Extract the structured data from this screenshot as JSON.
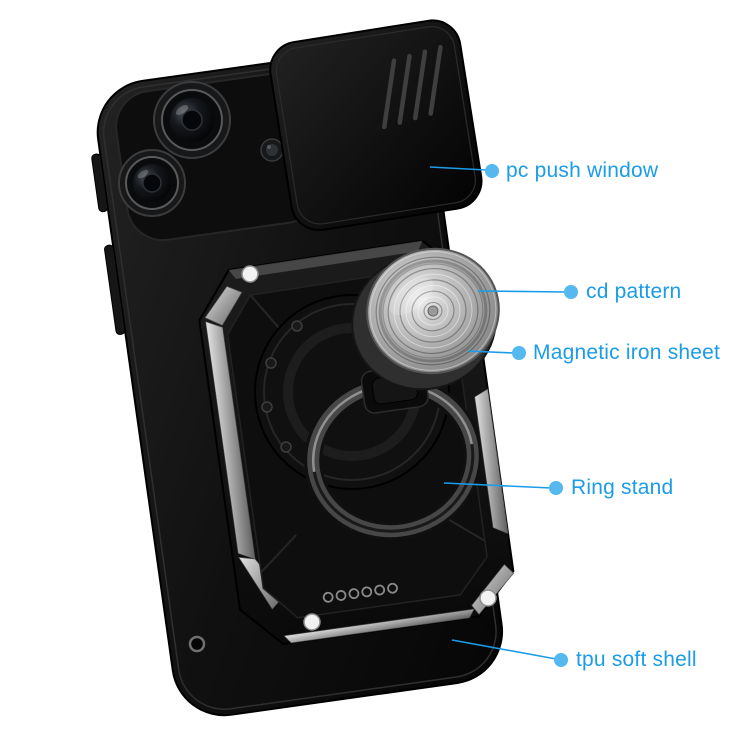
{
  "colors": {
    "accent": "#1b9ce8",
    "dot": "#55b9f0"
  },
  "annotations": [
    {
      "id": "pc-push-window",
      "label": "pc push window"
    },
    {
      "id": "cd-pattern",
      "label": "cd pattern"
    },
    {
      "id": "magnetic-iron-sheet",
      "label": "Magnetic iron sheet"
    },
    {
      "id": "ring-stand",
      "label": "Ring stand"
    },
    {
      "id": "tpu-soft-shell",
      "label": "tpu soft shell"
    }
  ]
}
